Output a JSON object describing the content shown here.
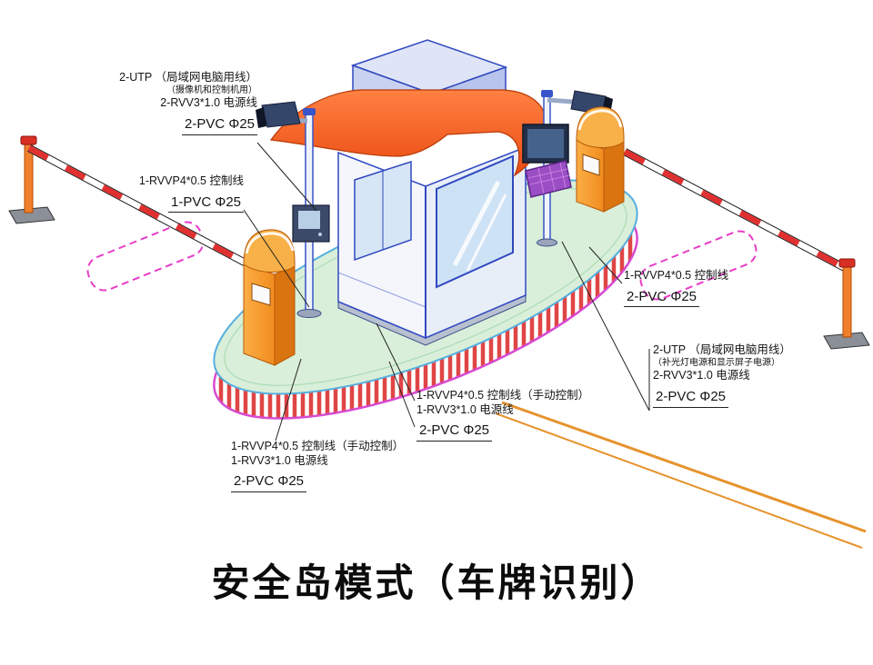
{
  "title": "安全岛模式（车牌识别）",
  "colors": {
    "canopy_orange": "#ef5516",
    "machine_orange": "#f59a2e",
    "island_green": "#d9efd9",
    "island_stripe_red": "#e04545",
    "island_rim_magenta": "#d84ad0",
    "outline_blue": "#3048c0",
    "loop_magenta": "#e83cc8",
    "barrier_arm_red": "#e03030",
    "road_line_orange": "#e6932e"
  },
  "annotations": {
    "camera_left_cables": {
      "lines": [
        "2-UTP （局域网电脑用线）",
        "（摄像机和控制机用）",
        "2-RVV3*1.0 电源线",
        "2-PVC Φ25"
      ]
    },
    "pole_left_control": {
      "lines": [
        "1-RVVP4*0.5 控制线",
        "1-PVC Φ25"
      ]
    },
    "island_right_control": {
      "lines": [
        "1-RVVP4*0.5 控制线",
        "2-PVC Φ25"
      ]
    },
    "display_right_cables": {
      "lines": [
        "2-UTP （局域网电脑用线）",
        "（补光灯电源和显示屏子电源）",
        "2-RVV3*1.0 电源线",
        "2-PVC Φ25"
      ]
    },
    "barrier_right_cables": {
      "lines": [
        "1-RVVP4*0.5 控制线（手动控制）",
        "1-RVV3*1.0 电源线",
        "2-PVC Φ25"
      ]
    },
    "barrier_left_cables": {
      "lines": [
        "1-RVVP4*0.5 控制线（手动控制）",
        "1-RVV3*1.0 电源线",
        "2-PVC Φ25"
      ]
    }
  }
}
